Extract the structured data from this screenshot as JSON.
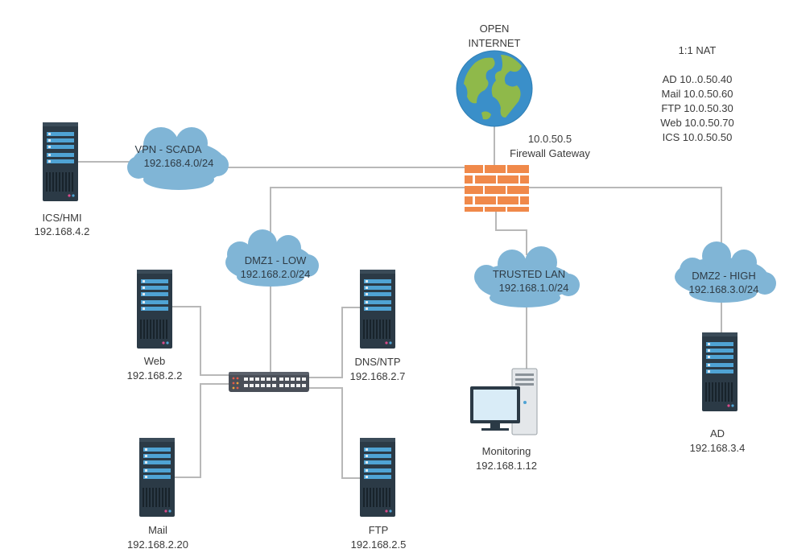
{
  "internet": {
    "line1": "OPEN",
    "line2": "INTERNET"
  },
  "firewall": {
    "ip": "10.0.50.5",
    "name": "Firewall Gateway"
  },
  "nat": {
    "title": "1:1 NAT",
    "entries": [
      "AD 10..0.50.40",
      "Mail 10.0.50.60",
      "FTP 10.0.50.30",
      "Web 10.0.50.70",
      "ICS 10.0.50.50"
    ]
  },
  "clouds": {
    "vpn": {
      "name": "VPN - SCADA",
      "subnet": "192.168.4.0/24"
    },
    "dmz1": {
      "name": "DMZ1 - LOW",
      "subnet": "192.168.2.0/24"
    },
    "trusted": {
      "name": "TRUSTED LAN",
      "subnet": "192.168.1.0/24"
    },
    "dmz2": {
      "name": "DMZ2 - HIGH",
      "subnet": "192.168.3.0/24"
    }
  },
  "hosts": {
    "ics": {
      "name": "ICS/HMI",
      "ip": "192.168.4.2"
    },
    "web": {
      "name": "Web",
      "ip": "192.168.2.2"
    },
    "dns": {
      "name": "DNS/NTP",
      "ip": "192.168.2.7"
    },
    "mail": {
      "name": "Mail",
      "ip": "192.168.2.20"
    },
    "ftp": {
      "name": "FTP",
      "ip": "192.168.2.5"
    },
    "monitoring": {
      "name": "Monitoring",
      "ip": "192.168.1.12"
    },
    "ad": {
      "name": "AD",
      "ip": "192.168.3.4"
    }
  }
}
